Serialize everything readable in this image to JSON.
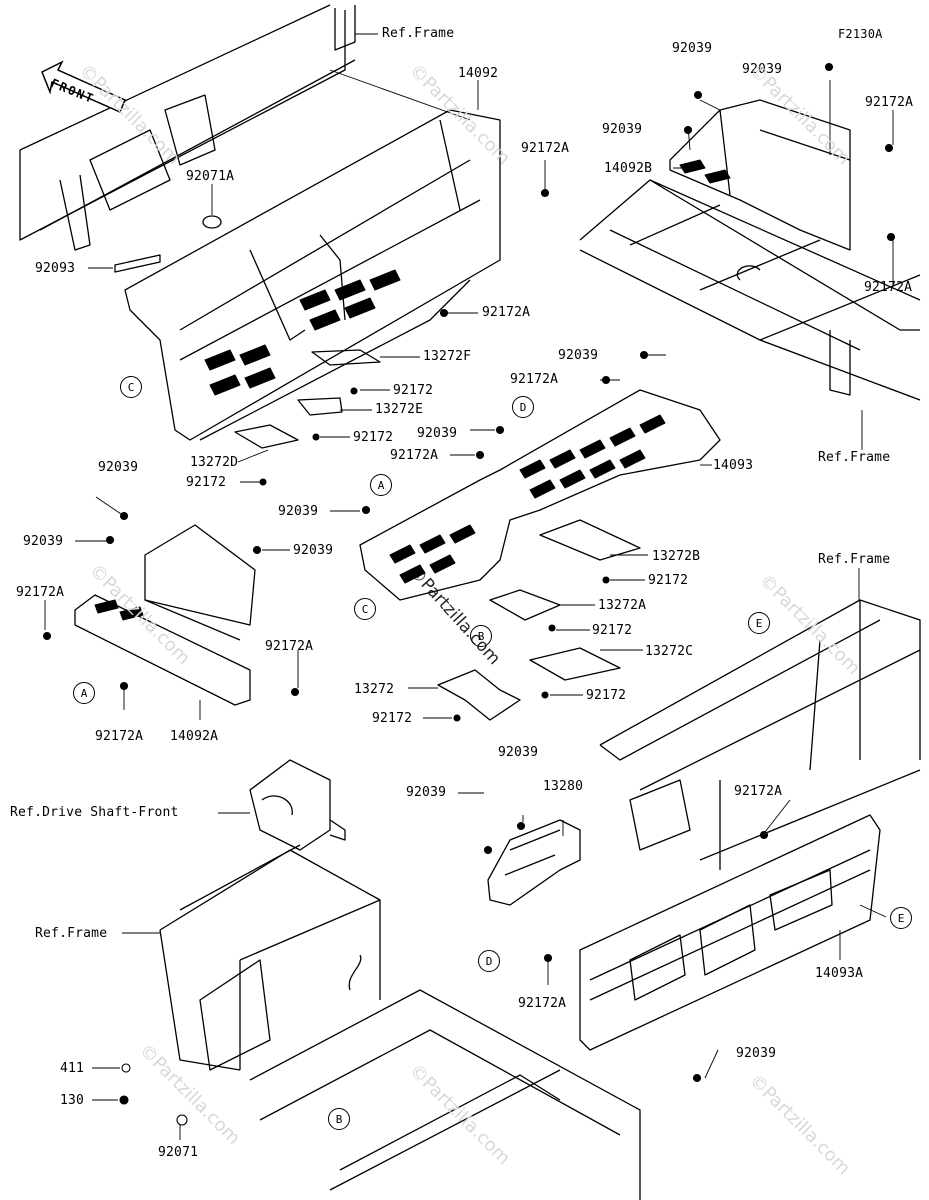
{
  "diagram_id": "F2130A",
  "front_label": "FRONT",
  "watermark": "©Partzilla.com",
  "callouts": [
    "A",
    "B",
    "C",
    "D",
    "E"
  ],
  "labels": {
    "ref_frame": "Ref.Frame",
    "ref_drive_shaft_front": "Ref.Drive Shaft-Front",
    "p14092": "14092",
    "p14092A": "14092A",
    "p14092B": "14092B",
    "p14093": "14093",
    "p14093A": "14093A",
    "p13272": "13272",
    "p13272A": "13272A",
    "p13272B": "13272B",
    "p13272C": "13272C",
    "p13272D": "13272D",
    "p13272E": "13272E",
    "p13272F": "13272F",
    "p13280": "13280",
    "p92039": "92039",
    "p92071": "92071",
    "p92071A": "92071A",
    "p92093": "92093",
    "p92172": "92172",
    "p92172A": "92172A",
    "p411": "411",
    "p130": "130"
  }
}
